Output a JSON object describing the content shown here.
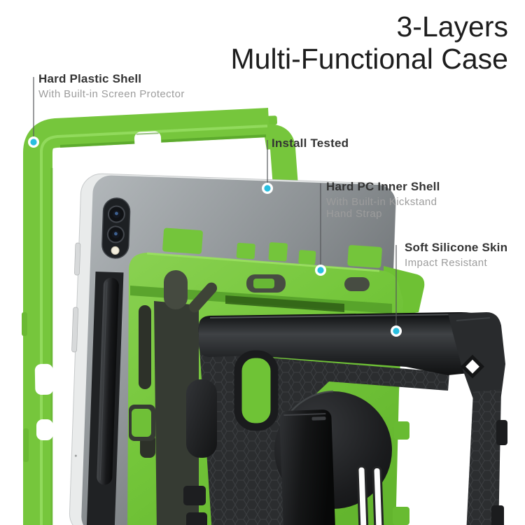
{
  "title": {
    "line1": "3-Layers",
    "line2": "Multi-Functional Case"
  },
  "callouts": [
    {
      "label": "Hard Plastic Shell",
      "sublabel": "With Built-in Screen Protector"
    },
    {
      "label": "Install Tested",
      "sublabel": ""
    },
    {
      "label": "Hard PC Inner Shell",
      "sublabel": "With Built-in Kickstand",
      "sublabel2": "Hand Strap"
    },
    {
      "label": "Soft Silicone Skin",
      "sublabel": "Impact Resistant"
    }
  ],
  "colors": {
    "green": "#76c63c",
    "green_highlight": "#95dc5f",
    "green_shadow": "#55a128",
    "marker_cyan": "#29bfe0",
    "case_black": "#2a2b2d",
    "tablet_gray": "#85898c",
    "label_text": "#333333",
    "sublabel_text": "#9c9c9c",
    "title_text": "#1d1d1d",
    "background": "#ffffff"
  }
}
